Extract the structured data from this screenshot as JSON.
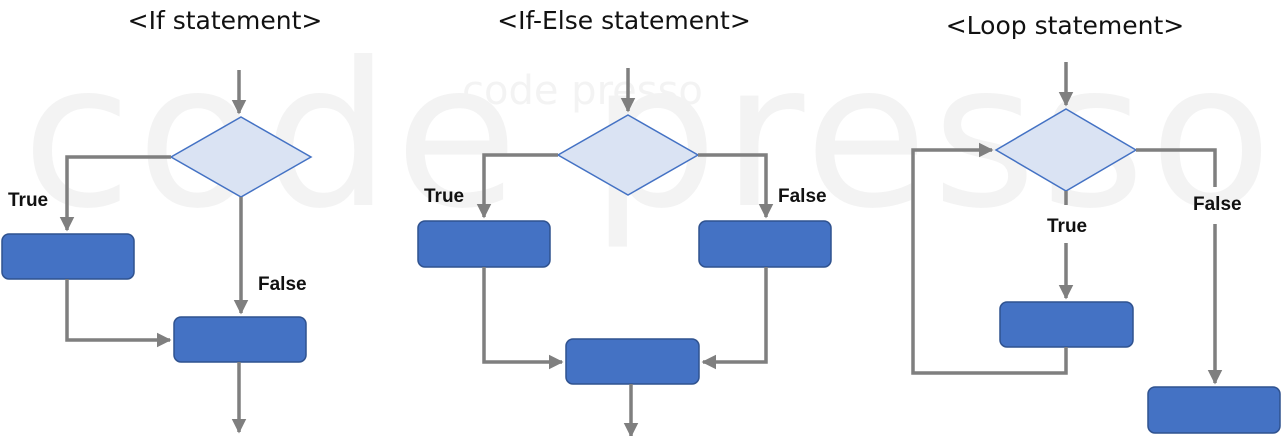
{
  "watermark": {
    "large": "code presso",
    "small": "code presso"
  },
  "diagrams": {
    "if": {
      "title": "<If statement>",
      "true_label": "True",
      "false_label": "False"
    },
    "if_else": {
      "title": "<If-Else statement>",
      "true_label": "True",
      "false_label": "False"
    },
    "loop": {
      "title": "<Loop statement>",
      "true_label": "True",
      "false_label": "False"
    }
  },
  "colors": {
    "decision_fill": "#dae3f3",
    "decision_stroke": "#4472c4",
    "process_fill": "#4472c4",
    "process_stroke": "#2f528f",
    "connector": "#7f7f7f"
  }
}
